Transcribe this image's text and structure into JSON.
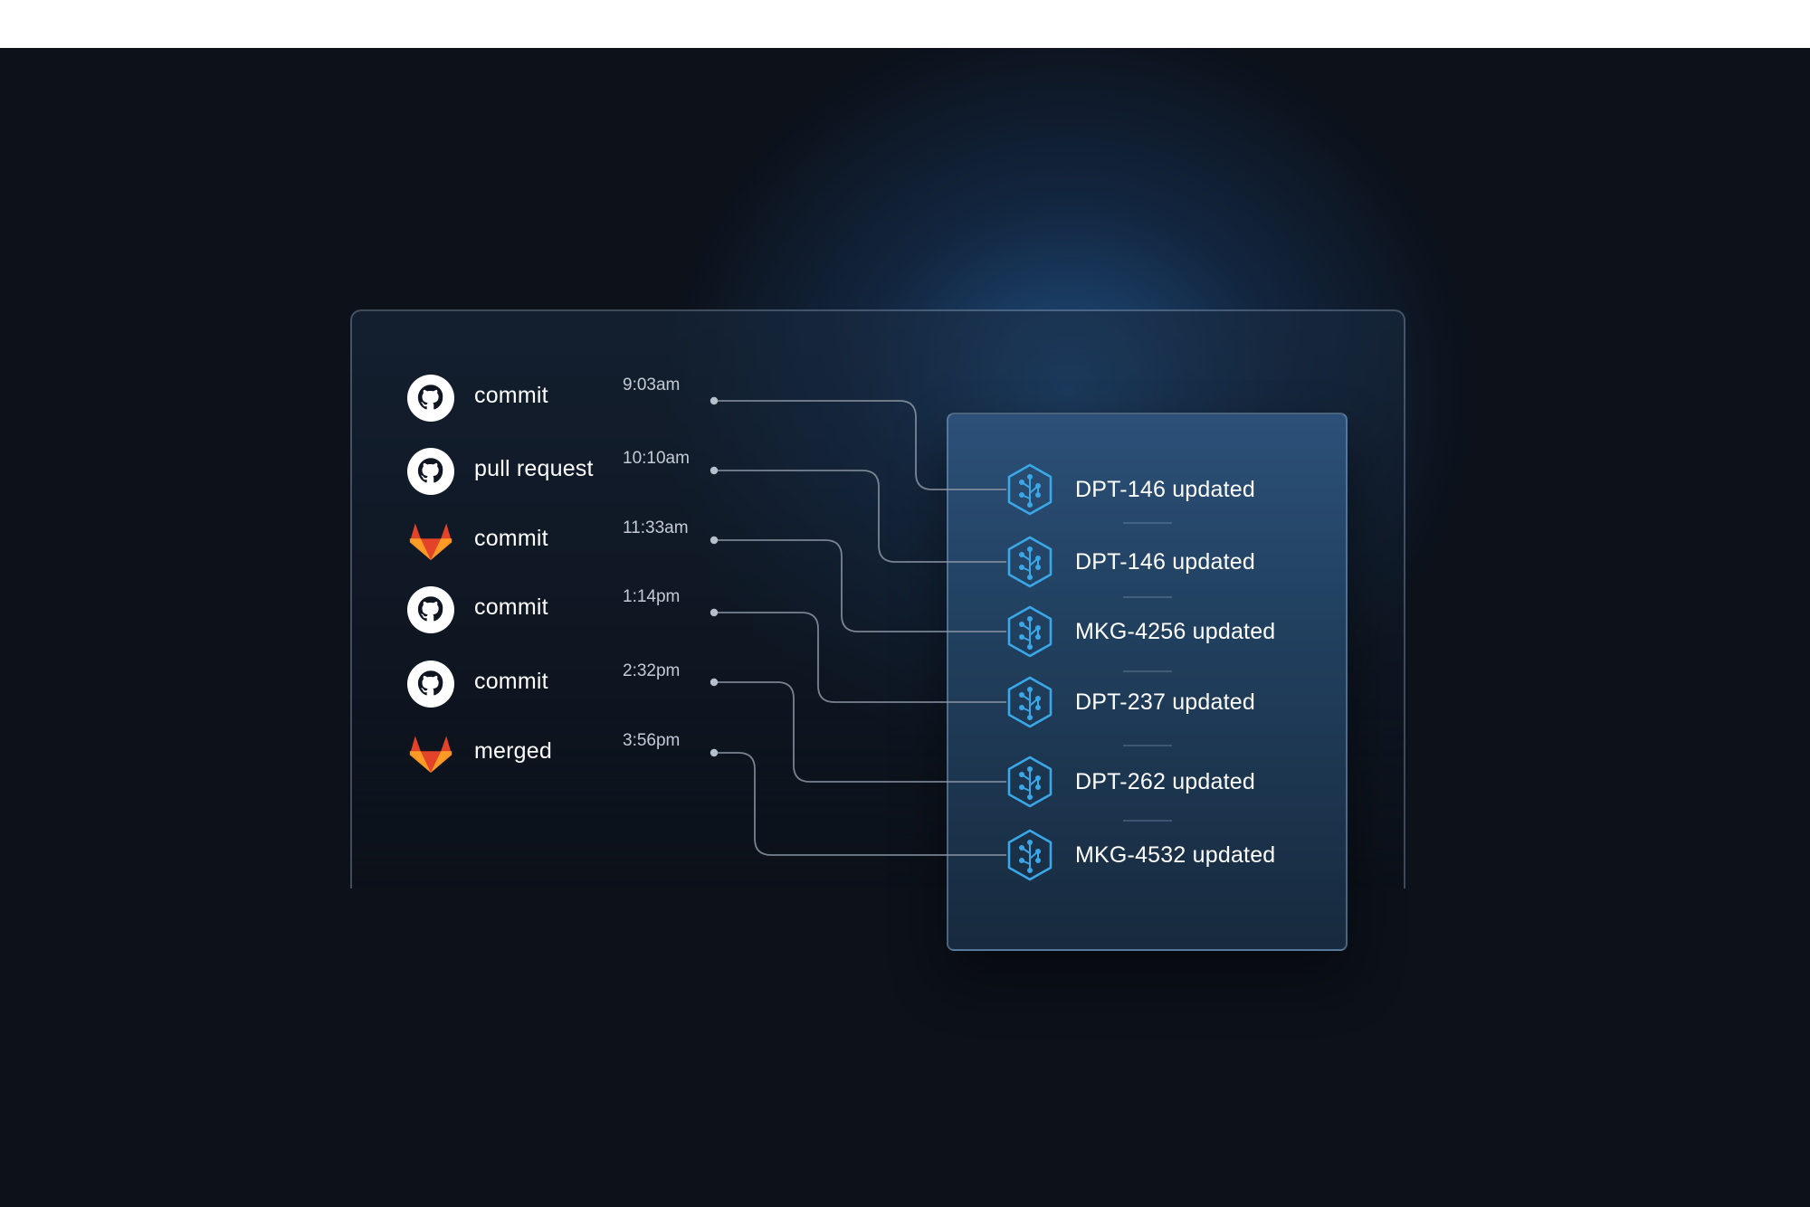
{
  "events": [
    {
      "source": "github-icon",
      "label": "commit",
      "time": "9:03am"
    },
    {
      "source": "github-icon",
      "label": "pull request",
      "time": "10:10am"
    },
    {
      "source": "gitlab-icon",
      "label": "commit",
      "time": "11:33am"
    },
    {
      "source": "github-icon",
      "label": "commit",
      "time": "1:14pm"
    },
    {
      "source": "github-icon",
      "label": "commit",
      "time": "2:32pm"
    },
    {
      "source": "gitlab-icon",
      "label": "merged",
      "time": "3:56pm"
    }
  ],
  "issues": [
    {
      "icon": "issue-tracker-icon",
      "label": "DPT-146 updated"
    },
    {
      "icon": "issue-tracker-icon",
      "label": "DPT-146 updated"
    },
    {
      "icon": "issue-tracker-icon",
      "label": "MKG-4256 updated"
    },
    {
      "icon": "issue-tracker-icon",
      "label": "DPT-237 updated"
    },
    {
      "icon": "issue-tracker-icon",
      "label": "DPT-262 updated"
    },
    {
      "icon": "issue-tracker-icon",
      "label": "MKG-4532 updated"
    }
  ],
  "colors": {
    "background": "#0c111a",
    "accent_blue": "#3aa7e8",
    "gitlab_orange": "#e24329",
    "connector": "#8c97a5"
  }
}
